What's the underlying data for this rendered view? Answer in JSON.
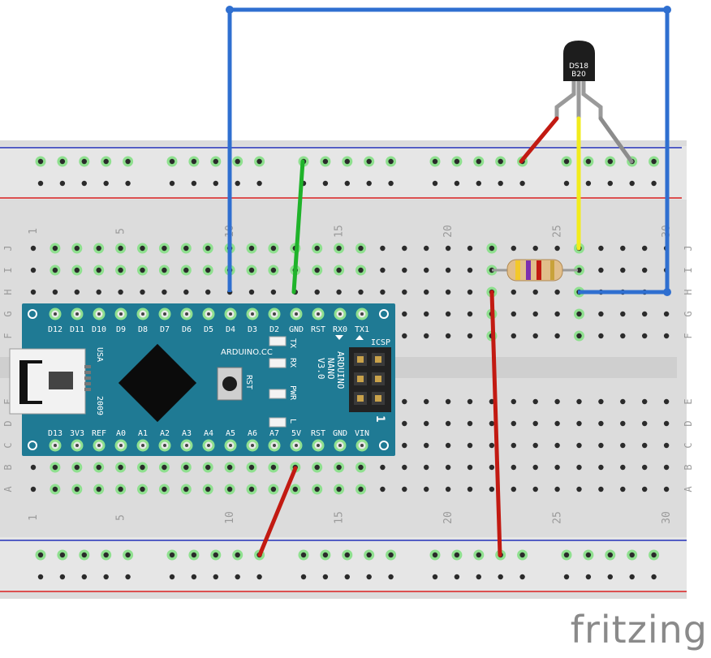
{
  "colors": {
    "board": "#dcdcdc",
    "rail_blue": "#2431b9",
    "rail_red": "#d81e1e",
    "pcb": "#1f7a94",
    "wire_blue": "#2f6fd0",
    "wire_green": "#1fb32a",
    "wire_red": "#c21a12",
    "wire_yellow": "#f2ec1c",
    "wire_gray": "#8c8c8c",
    "hole_ok": "#8fe08f"
  },
  "breadboard": {
    "column_numbers": [
      "1",
      "5",
      "10",
      "15",
      "20",
      "25",
      "30"
    ],
    "row_letters_top": [
      "J",
      "I",
      "H",
      "G",
      "F"
    ],
    "row_letters_bottom": [
      "E",
      "D",
      "C",
      "B",
      "A"
    ]
  },
  "nano": {
    "top_pins": [
      "D12",
      "D11",
      "D10",
      "D9",
      "D8",
      "D7",
      "D6",
      "D5",
      "D4",
      "D3",
      "D2",
      "GND",
      "RST",
      "RX0",
      "TX1"
    ],
    "bottom_pins": [
      "D13",
      "3V3",
      "REF",
      "A0",
      "A1",
      "A2",
      "A3",
      "A4",
      "A5",
      "A6",
      "A7",
      "5V",
      "RST",
      "GND",
      "VIN"
    ],
    "brand": "ARDUINO.CC",
    "model_lines": [
      "ARDUINO",
      "NANO",
      "V3.0"
    ],
    "leds": [
      "TX",
      "RX",
      "PWR",
      "L"
    ],
    "reset": "RST",
    "icsp": "ICSP",
    "usa": "USA",
    "year": "2009",
    "icsp_mark": "1"
  },
  "sensor": {
    "line1": "DS18",
    "line2": "B20"
  },
  "watermark": "fritzing"
}
